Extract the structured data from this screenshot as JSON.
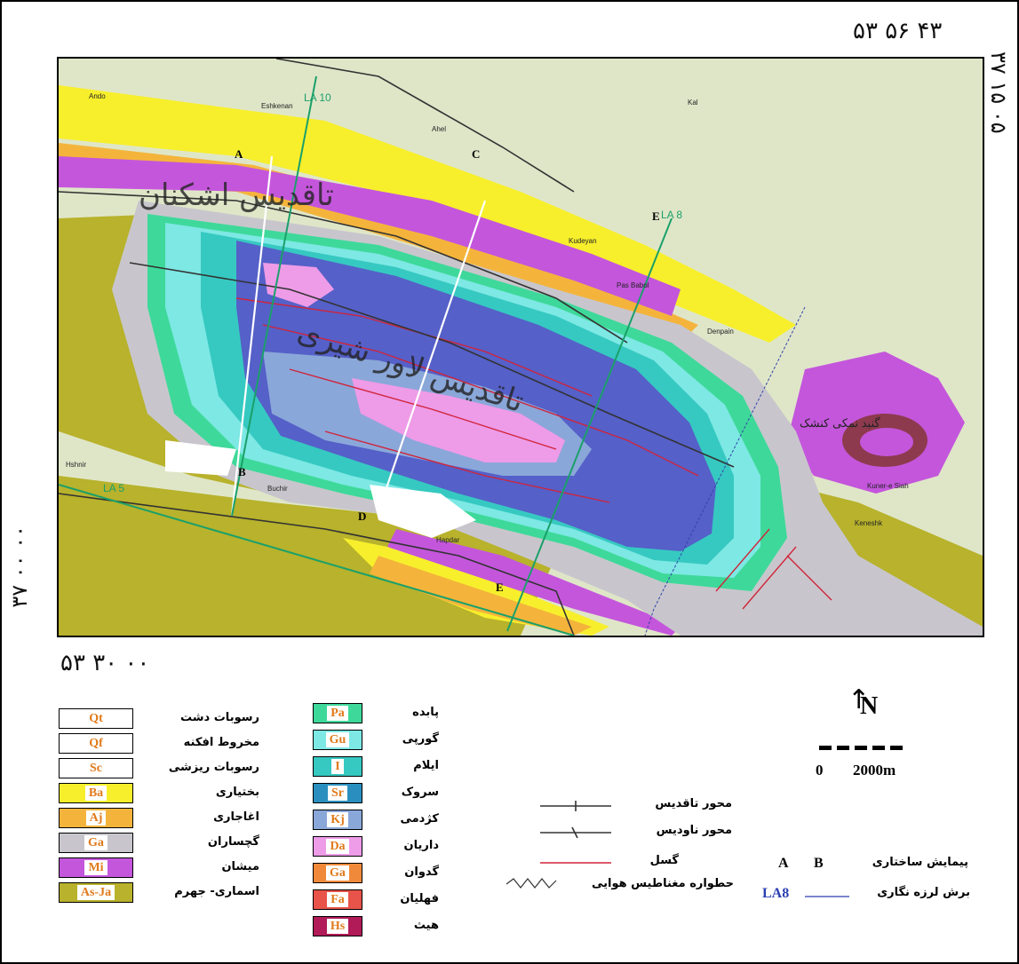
{
  "coords": {
    "top_right": "۵۳ ۵۶ ۴۳",
    "right_top": "۳۷ ۱۵ ۰۵",
    "left_bottom": "۳۷ ۰۰ ۰۰",
    "bottom_left": "۵۳ ۳۰ ۰۰"
  },
  "map": {
    "place_labels": {
      "ando": "Ando",
      "eshkenan": "Eshkenan",
      "ahel": "Ahel",
      "kal": "Kal",
      "kudeyan": "Kudeyan",
      "pas_babol": "Pas Babol",
      "denpain": "Denpain",
      "hshnir": "Hshnir",
      "buchir": "Buchir",
      "hapdar": "Hapdar",
      "kuner_e_siah": "Kuner-e Siah",
      "keneshk": "Keneshk",
      "salt_dome": "گنبد نمکی کنشک"
    },
    "section_labels": {
      "A": "A",
      "B": "B",
      "C": "C",
      "D": "D",
      "E_top": "E",
      "E_bottom": "E"
    },
    "seismic_labels": {
      "la10": "LA 10",
      "la8": "LA 8",
      "la5": "LA 5"
    },
    "handwritten": {
      "anticline_north": "تاقدیس اشکنان",
      "anticline_south": "تاقدیس لاور شیری"
    },
    "colors": {
      "Qt": "#ffffff",
      "Qf": "#ffffff",
      "Sc": "#ffffff",
      "Ba": "#f7ef2c",
      "Aj": "#f4b43c",
      "Ga_gach": "#c8c6cc",
      "Mi": "#c456dc",
      "AsJa": "#b8b22c",
      "Pa": "#3ed99a",
      "Gu": "#7de8e4",
      "I": "#36c9c1",
      "Sr": "#2a8fbe",
      "Kj": "#8aa7d9",
      "Da": "#ee9be8",
      "Ga_gad": "#f08a3a",
      "Fa": "#e8534a",
      "Hs": "#b01b58",
      "fault": "#d0243a",
      "seismic": "#1aa06a",
      "section": "#ffffff"
    }
  },
  "north": {
    "letter": "N"
  },
  "scale": {
    "zero": "0",
    "distance": "2000m"
  },
  "legend": {
    "col1": [
      {
        "code": "Qt",
        "name": "رسوبات دشت"
      },
      {
        "code": "Qf",
        "name": "مخروط افکنه"
      },
      {
        "code": "Sc",
        "name": "رسوبات ریزشی"
      },
      {
        "code": "Ba",
        "name": "بختیاری"
      },
      {
        "code": "Aj",
        "name": "اغاجاری"
      },
      {
        "code": "Ga",
        "name": "گچساران"
      },
      {
        "code": "Mi",
        "name": "میشان"
      },
      {
        "code": "As-Ja",
        "name": "اسماری- جهرم"
      }
    ],
    "col2": [
      {
        "code": "Pa",
        "name": "پابده"
      },
      {
        "code": "Gu",
        "name": "گورپی"
      },
      {
        "code": "I",
        "name": "ایلام"
      },
      {
        "code": "Sr",
        "name": "سروک"
      },
      {
        "code": "Kj",
        "name": "کژدمی"
      },
      {
        "code": "Da",
        "name": "داریان"
      },
      {
        "code": "Ga",
        "name": "گدوان"
      },
      {
        "code": "Fa",
        "name": "فهلیان"
      },
      {
        "code": "Hs",
        "name": "هیث"
      }
    ],
    "symbols": {
      "anticline": "محور تاقدیس",
      "syncline": "محور ناودیس",
      "fault": "گسل",
      "aeromag": "حطواره مغناطیس هوایی",
      "section_label": "پیمایش ساختاری",
      "section_a": "A",
      "section_b": "B",
      "seismic_label": "برش لرزه نگاری",
      "seismic_code": "LA8"
    }
  }
}
